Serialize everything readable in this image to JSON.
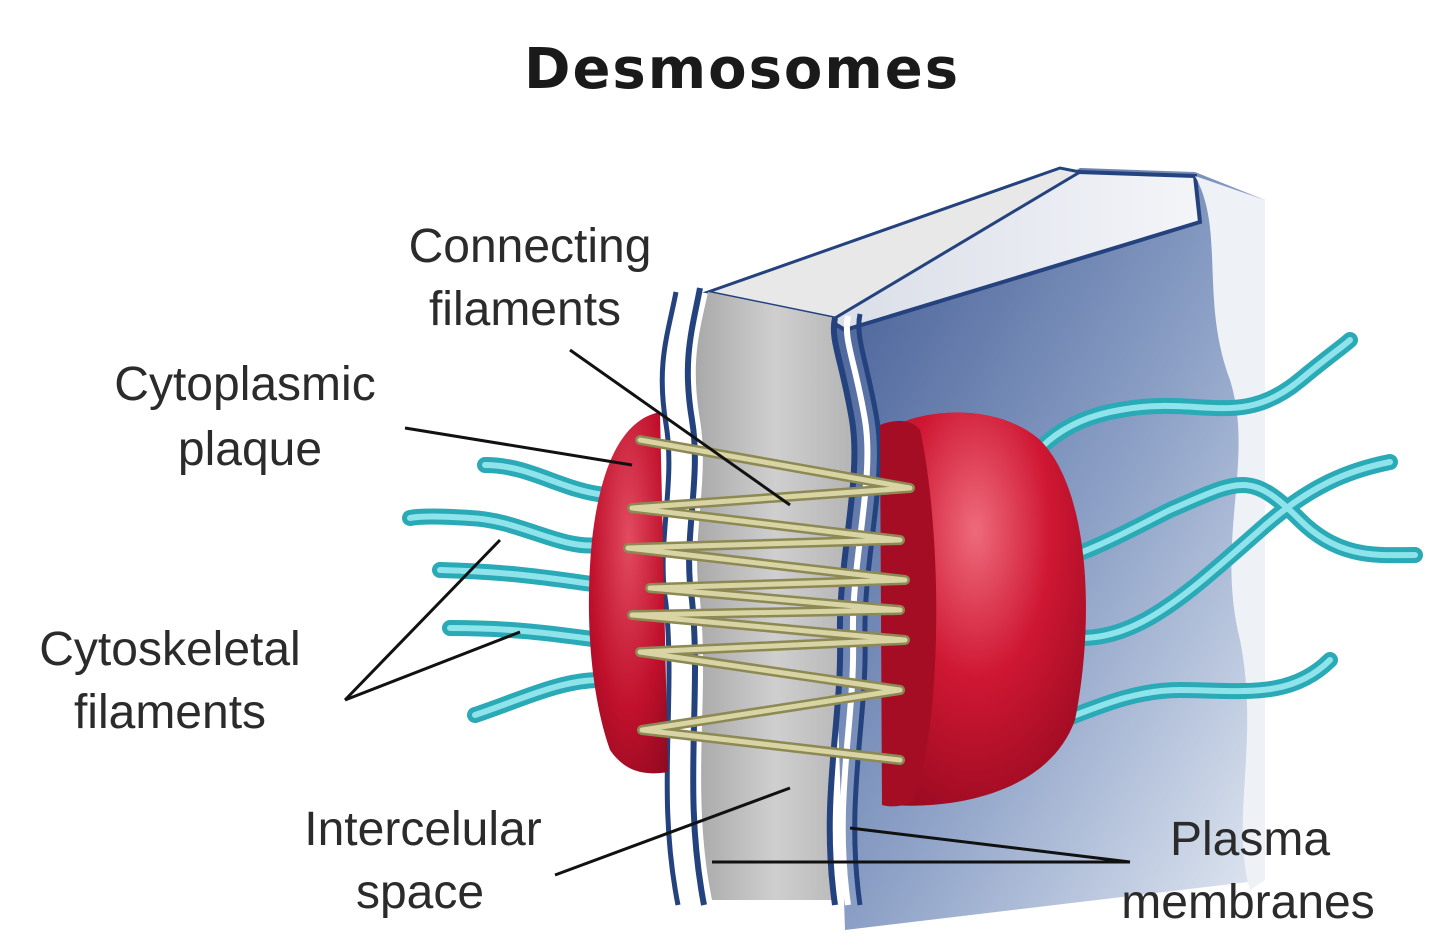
{
  "title": "Desmosomes",
  "labels": {
    "connecting": [
      "Connecting",
      "filaments"
    ],
    "plaque": [
      "Cytoplasmic",
      "plaque"
    ],
    "cytoskeletal": [
      "Cytoskeletal",
      "filaments"
    ],
    "intercellular": [
      "Intercelular",
      "space"
    ],
    "plasma": [
      "Plasma",
      "membranes"
    ]
  },
  "colors": {
    "plaque": "#c8102e",
    "filament": "#45c4cf",
    "connecting": "#c9c48e",
    "membrane_blue": "#24427e",
    "space_gray": "#bdbdbd",
    "cell_blue": "#5f79a8"
  }
}
